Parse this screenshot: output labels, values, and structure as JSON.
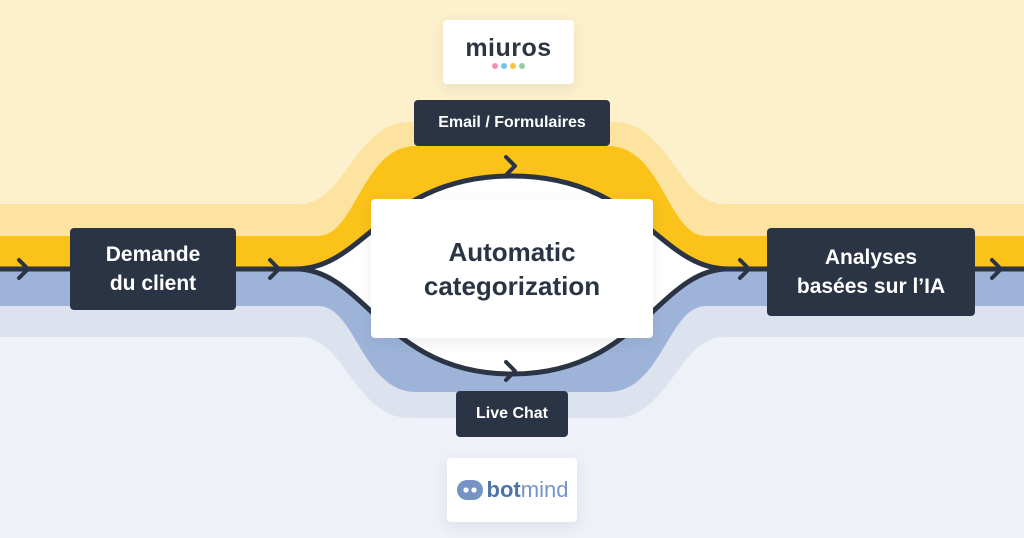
{
  "nodes": {
    "source": "Demande\ndu client",
    "center": "Automatic\ncategorization",
    "output": "Analyses\nbasées sur l’IA",
    "channel_top": "Email / Formulaires",
    "channel_bottom": "Live Chat"
  },
  "logos": {
    "top": {
      "name": "miuros",
      "dot_colors": [
        "#f38fb3",
        "#6fc3e8",
        "#f5c242",
        "#8fd19e"
      ]
    },
    "bottom": {
      "name_bold": "bot",
      "name_light": "mind",
      "icon": "robot-face-icon"
    }
  },
  "colors": {
    "background_top": "#fdf0cc",
    "background_bottom": "#eef1f7",
    "band_yellow_light": "#fce4a0",
    "band_yellow": "#fbc21a",
    "band_blue_light": "#dde3ee",
    "band_blue": "#9db4d8",
    "line": "#2a3444"
  },
  "icons": [
    "chevron-right-icon"
  ]
}
